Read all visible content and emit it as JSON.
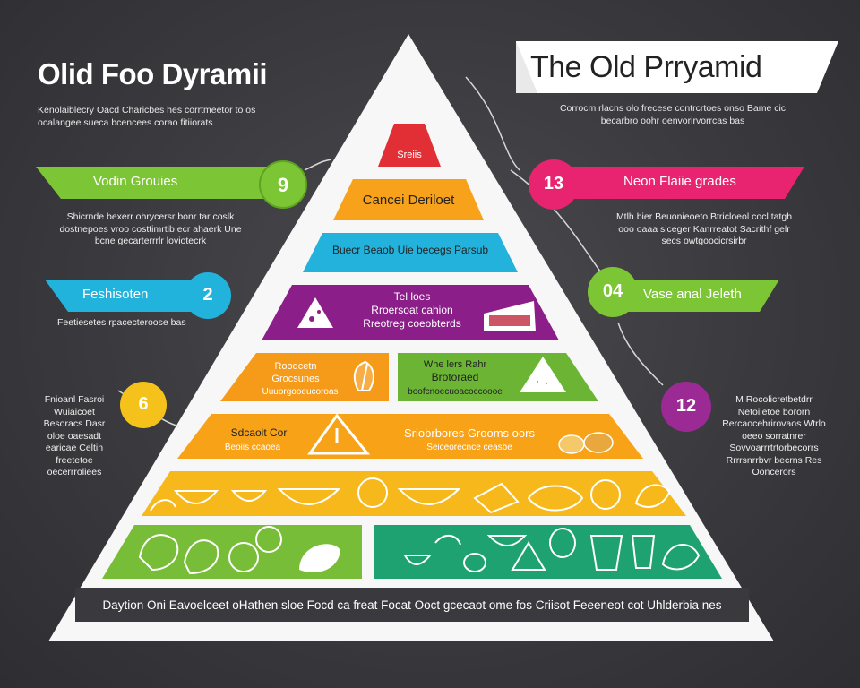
{
  "header_left": {
    "title": "Olid  Foo Dyramii",
    "subtitle": "Kenolaiblecry Oacd Charicbes hes corrtmeetor to os ocalangee sueca bcencees corao fitiiorats"
  },
  "header_right": {
    "title": "The Old  Prryamid",
    "subtitle": "Corrocm rlacns olo frecese contrcrtoes onso Bame cic becarbro oohr oenvorirvorrcas bas"
  },
  "callouts": [
    {
      "label": "Vodin Grouies",
      "number": "9",
      "color": "#7cc534",
      "note": "Shicrnde bexerr ohrycersr bonr tar coslk dostnepoes vroo costtimrtib ecr ahaerk Une bcne gecarterrrlr loviotecrk"
    },
    {
      "label": "Feshisoten",
      "number": "2",
      "color": "#22b3dd",
      "note": "Feetiesetes rpacecteroose bas"
    },
    {
      "label": "",
      "number": "6",
      "color": "#f4c21b",
      "note": "Fnioanl Fasroi Wuiaicoet Besoracs Dasr oloe oaesadt earicae Celtin freetetoe oecerrroliees"
    },
    {
      "label": "Neon Flaiie grades",
      "number": "13",
      "color": "#e8236f",
      "note": "Mtlh bier Beuonieoeto Btricloeol cocl tatgh ooo oaaa siceger Kanrreatot Sacrithf gelr secs owtgoocicrsirbr"
    },
    {
      "label": "Vase anal Jeleth",
      "number": "04",
      "color": "#7cc534",
      "note": ""
    },
    {
      "label": "",
      "number": "12",
      "color": "#9c2a94",
      "note": "M Rocolicretbetdrr Netoiietoe bororn Rercaocehrirovaos Wtrlo oeeo sorratnrer Sovvoarrrtrtorbecorrs Rrrrsnrrbvr becrns Res Ooncerors"
    }
  ],
  "tiers": [
    {
      "id": "t1",
      "color": "#e22f35",
      "texts": [
        "Sreiis"
      ],
      "icon_names": []
    },
    {
      "id": "t2",
      "color": "#f7a21a",
      "texts": [
        "Cancei Deriloet"
      ],
      "icon_names": []
    },
    {
      "id": "t3",
      "color": "#23b2dc",
      "texts": [
        "Buecr  Beaob Uie becegs  Parsub"
      ],
      "icon_names": []
    },
    {
      "id": "t4",
      "color": "#8c1e8a",
      "texts": [
        "Tel loes",
        "Rroersoat cahion",
        "Rreotreg coeobterds"
      ],
      "icon_names": [
        "cheese-wedge-icon",
        "cake-slice-icon"
      ]
    },
    {
      "id": "t5a",
      "color": "#f59a19",
      "texts": [
        "Roodcetn",
        "Grocsunes",
        "Uuuorgooeucoroas"
      ],
      "icon_names": [
        "herb-icon"
      ]
    },
    {
      "id": "t5b",
      "color": "#6cb534",
      "texts": [
        "Whe lers Rahr",
        "Brotoraed",
        "boofcnoecuoacoccoooe"
      ],
      "icon_names": [
        "triangle-snack-icon"
      ]
    },
    {
      "id": "t6",
      "color": "#f8a217",
      "texts": [
        "Sdcaoit Cor",
        "Sriobrbores Grooms oors",
        "Beoiis ccaoea",
        "Seiceorecnce ceasbe"
      ],
      "icon_names": [
        "warning-triangle-icon",
        "fruit-icon"
      ]
    },
    {
      "id": "t7",
      "color": "#f7b81c",
      "texts": [],
      "icon_names": [
        "bowl-icon",
        "cup-icon",
        "salad-bowl-icon",
        "orange-icon",
        "bowl-icon",
        "bread-icon",
        "fish-icon",
        "citrus-icon",
        "herb-icon",
        "leaf-icon"
      ]
    },
    {
      "id": "t8a",
      "color": "#77bd37",
      "texts": [],
      "icon_names": [
        "herb-icon",
        "leaf-icon",
        "vegetable-icon",
        "lettuce-icon",
        "cabbage-icon"
      ]
    },
    {
      "id": "t8b",
      "color": "#1ea272",
      "texts": [],
      "icon_names": [
        "teapot-icon",
        "bird-icon",
        "egg-icon",
        "bowl-icon",
        "pot-icon",
        "jar-icon",
        "cup-icon",
        "bag-icon"
      ]
    }
  ],
  "footer_banner": "Daytion Oni Eavoelceet oHathen sloe Focd ca freat Focat Ooct gcecaot ome fos Criisot Feeeneot cot Uhlderbia nes",
  "colors": {
    "green": "#7cc534",
    "blue": "#22b3dd",
    "pink": "#e8236f",
    "yellow": "#f4c21b",
    "purple": "#9c2a94",
    "orange": "#f7a21a",
    "red": "#e22f35"
  }
}
